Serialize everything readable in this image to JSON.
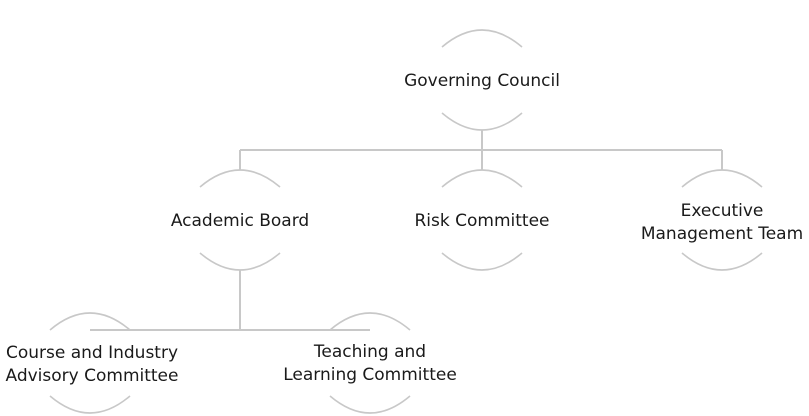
{
  "nodes": {
    "governing_council": {
      "lines": [
        "Governing Council"
      ]
    },
    "academic_board": {
      "lines": [
        "Academic Board"
      ]
    },
    "risk_committee": {
      "lines": [
        "Risk Committee"
      ]
    },
    "executive_management_team": {
      "lines": [
        "Executive",
        "Management Team"
      ]
    },
    "course_industry_advisory": {
      "lines": [
        "Course and Industry",
        "Advisory Committee"
      ]
    },
    "teaching_learning": {
      "lines": [
        "Teaching and",
        "Learning Committee"
      ]
    }
  }
}
